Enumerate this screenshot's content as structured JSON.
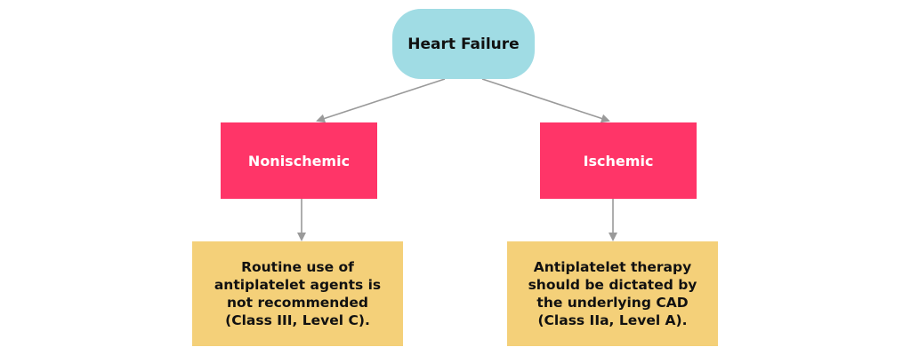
{
  "colors": {
    "root_fill": "#a0dce4",
    "category_fill": "#ff3568",
    "outcome_fill": "#f4d079",
    "connector": "#9a9a9a"
  },
  "root": {
    "label": "Heart Failure"
  },
  "branches": [
    {
      "category": "Nonischemic",
      "outcome_lines": [
        "Routine use of",
        "antiplatelet agents is",
        "not recommended",
        "(Class III, Level C)."
      ]
    },
    {
      "category": "Ischemic",
      "outcome_lines": [
        "Antiplatelet therapy",
        "should be dictated by",
        "the underlying CAD",
        "(Class IIa, Level A)."
      ]
    }
  ]
}
